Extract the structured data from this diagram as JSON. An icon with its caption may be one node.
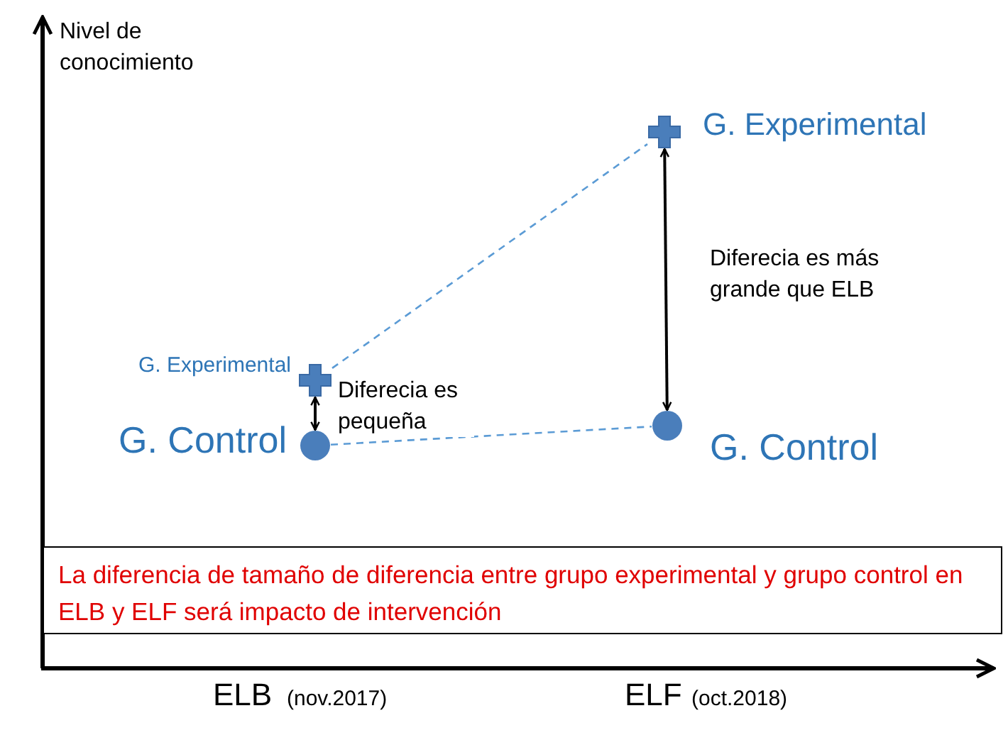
{
  "diagram": {
    "nodes": [
      {
        "text": [],
        "shape": "cross",
        "beside": [
          "G. Experimental"
        ]
      },
      {
        "text": [],
        "shape": "circle",
        "beside": [
          "G. Control"
        ]
      },
      {
        "text": [],
        "shape": "cross",
        "beside": [
          "G. Experimental"
        ]
      },
      {
        "text": [],
        "shape": "circle",
        "beside": [
          "G. Control"
        ]
      },
      {
        "text": [
          "La diferencia de tamaño de diferencia entre grupo experimental y grupo control en ELB y ELF será impacto de intervención"
        ]
      }
    ],
    "edges": [
      {
        "from": 0,
        "to": 2,
        "arrow": "none",
        "style": "dashed",
        "color": "#5b9bd5"
      },
      {
        "from": 1,
        "to": 3,
        "arrow": "none",
        "style": "dashed",
        "color": "#5b9bd5"
      },
      {
        "from": 0,
        "to": 1,
        "arrow": "both",
        "label": "Diferecia es pequeña",
        "color": "#000000"
      },
      {
        "from": 2,
        "to": 3,
        "arrow": "both",
        "label": "Diferecia es más grande que ELB",
        "color": "#000000"
      }
    ],
    "labels": [
      "Nivel de conocimiento",
      "ELB",
      "(nov.2017)",
      "ELF",
      "(oct.2018)"
    ]
  }
}
